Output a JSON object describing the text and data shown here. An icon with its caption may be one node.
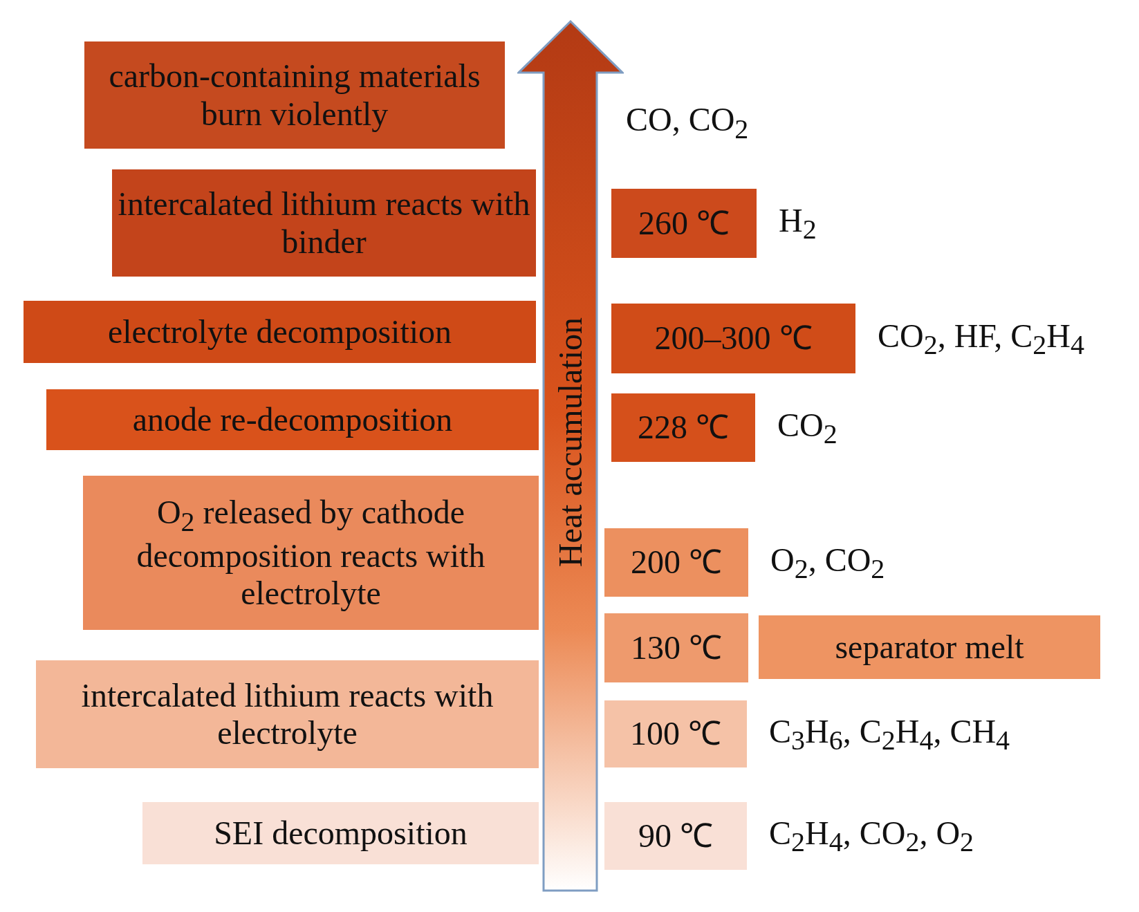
{
  "diagram": {
    "nodes": [
      {
        "text": [
          "Heat accumulation"
        ]
      },
      {
        "text": [
          "carbon-containing materials burn violently"
        ]
      },
      {
        "text": [
          "intercalated lithium reacts with binder"
        ]
      },
      {
        "text": [
          "260 ℃"
        ],
        "beside": [
          "H$_{2}$"
        ]
      },
      {
        "text": [
          "electrolyte decomposition"
        ]
      },
      {
        "text": [
          "200–300 ℃"
        ],
        "beside": [
          "CO$_{2}$, HF, C$_{2}$H$_{4}$"
        ]
      },
      {
        "text": [
          "anode re-decomposition"
        ]
      },
      {
        "text": [
          "228 ℃"
        ],
        "beside": [
          "CO$_{2}$"
        ]
      },
      {
        "text": [
          "O$_{2}$ released by cathode decomposition reacts with electrolyte"
        ]
      },
      {
        "text": [
          "200 ℃"
        ],
        "beside": [
          "O$_{2}$, CO$_{2}$"
        ]
      },
      {
        "text": [
          "130 ℃"
        ]
      },
      {
        "text": [
          "separator melt"
        ]
      },
      {
        "text": [
          "intercalated lithium reacts with electrolyte"
        ]
      },
      {
        "text": [
          "100 ℃"
        ],
        "beside": [
          "C$_{3}$H$_{6}$, C$_{2}$H$_{4}$, CH$_{4}$"
        ]
      },
      {
        "text": [
          "SEI decomposition"
        ]
      },
      {
        "text": [
          "90 ℃"
        ],
        "beside": [
          "C$_{2}$H$_{4}$, CO$_{2}$, O$_{2}$"
        ]
      }
    ],
    "edges": [],
    "labels": [
      "CO, CO$_{2}$"
    ]
  }
}
